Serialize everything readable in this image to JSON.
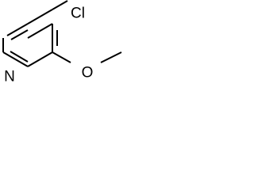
{
  "molecule": {
    "atoms": {
      "nitrogen": "N",
      "chlorine": "Cl",
      "oxygen": "O"
    },
    "bond_color": "#000000",
    "label_color": "#000000"
  }
}
